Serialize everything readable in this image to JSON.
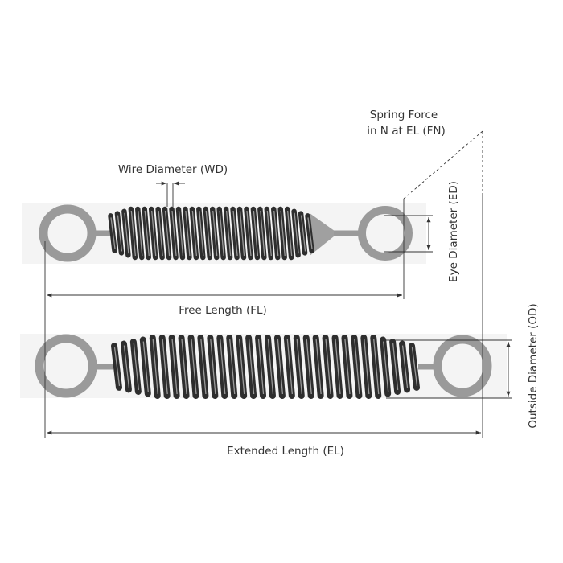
{
  "labels": {
    "spring_force_line1": "Spring Force",
    "spring_force_line2": "in N at EL (FN)",
    "wire_diameter": "Wire Diameter (WD)",
    "free_length": "Free Length (FL)",
    "extended_length": "Extended Length (EL)",
    "eye_diameter": "Eye Diameter (ED)",
    "outside_diameter": "Outside Diameter (OD)"
  },
  "colors": {
    "background": "#ffffff",
    "band": "#f4f4f4",
    "eye": "#9a9a9a",
    "coil": "#2e2e2e",
    "coil_highlight": "#9a9a9a",
    "dimension_line": "#333333"
  }
}
